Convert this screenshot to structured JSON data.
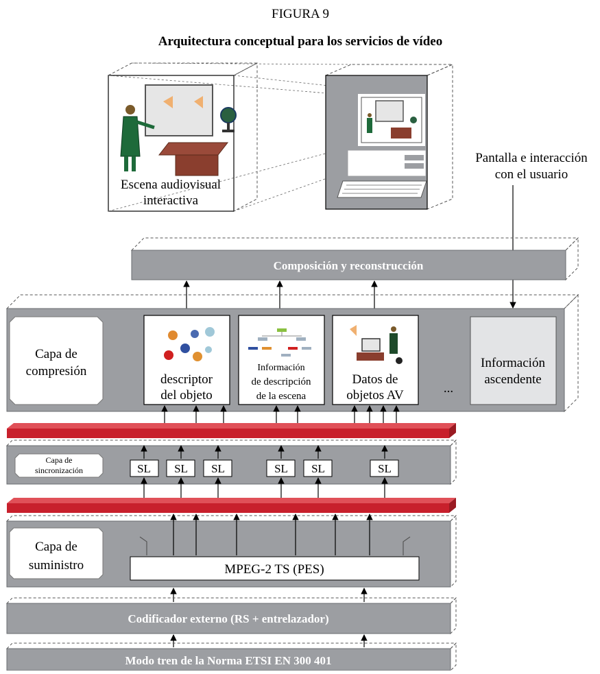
{
  "figure": {
    "number": "FIGURA 9",
    "title": "Arquitectura conceptual para los servicios de vídeo"
  },
  "scene": {
    "caption_line1": "Escena audiovisual",
    "caption_line2": "interactiva"
  },
  "display": {
    "label_line1": "Pantalla e interacción",
    "label_line2": "con el usuario"
  },
  "composition_bar": "Composición y reconstrucción",
  "compression": {
    "label_line1": "Capa de",
    "label_line2": "compresión",
    "boxes": [
      {
        "line1": "descriptor",
        "line2": "del objeto"
      },
      {
        "line1": "Información",
        "line2": "de descripción",
        "line3": "de la escena"
      },
      {
        "line1": "Datos de",
        "line2": "objetos AV"
      }
    ],
    "ellipsis": "...",
    "upstream_line1": "Información",
    "upstream_line2": "ascendente"
  },
  "sync": {
    "label_line1": "Capa de",
    "label_line2": "sincronización",
    "sl_labels": [
      "SL",
      "SL",
      "SL",
      "SL",
      "SL",
      "SL"
    ]
  },
  "delivery": {
    "label_line1": "Capa de",
    "label_line2": "suministro",
    "mpeg_box": "MPEG-2 TS (PES)"
  },
  "outer_coder_bar": "Codificador externo (RS + entrelazador)",
  "train_mode_bar": "Modo tren de la Norma ETSI EN 300 401",
  "colors": {
    "layer_gray": "#9c9ea2",
    "layer_gray_dark": "#8c8e92",
    "red_band": "#c8202c",
    "upstream_box": "#e3e4e6"
  }
}
